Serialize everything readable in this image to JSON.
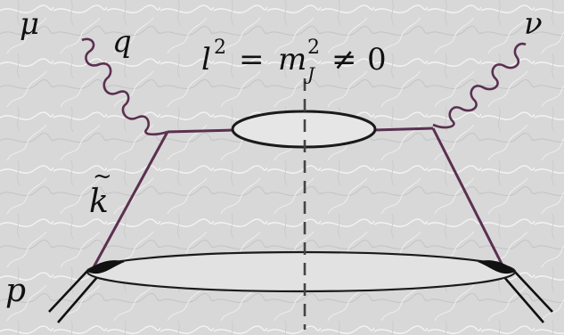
{
  "diagram": {
    "labels": {
      "mu": "μ",
      "q": "q",
      "nu": "ν",
      "k_tilde": "k",
      "k_tilde_accent": "~",
      "p": "p",
      "cut_condition": {
        "l": "l",
        "l_sup": "2",
        "equals": "=",
        "m": "m",
        "m_sup": "2",
        "m_sub": "J",
        "neq": "≠",
        "zero": "0"
      }
    },
    "colors": {
      "background": "#dcdcdc",
      "line": "#5a3050",
      "blob_fill": "#e6e6e6",
      "blob_stroke": "#1a1a1a",
      "cut": "#444444"
    }
  }
}
